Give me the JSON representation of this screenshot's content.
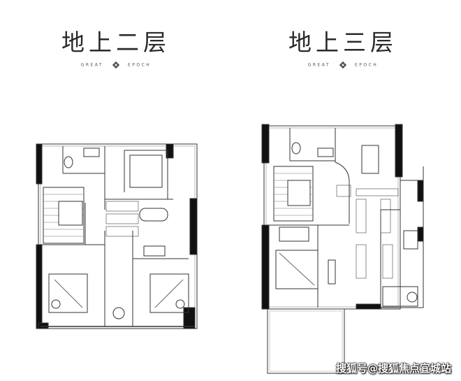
{
  "left_plan": {
    "title": "地上二层",
    "subtitle_left": "GREAT",
    "subtitle_right": "EPOCH"
  },
  "right_plan": {
    "title": "地上三层",
    "subtitle_left": "GREAT",
    "subtitle_right": "EPOCH"
  },
  "watermark": "搜狐号@搜狐焦点宜城站"
}
